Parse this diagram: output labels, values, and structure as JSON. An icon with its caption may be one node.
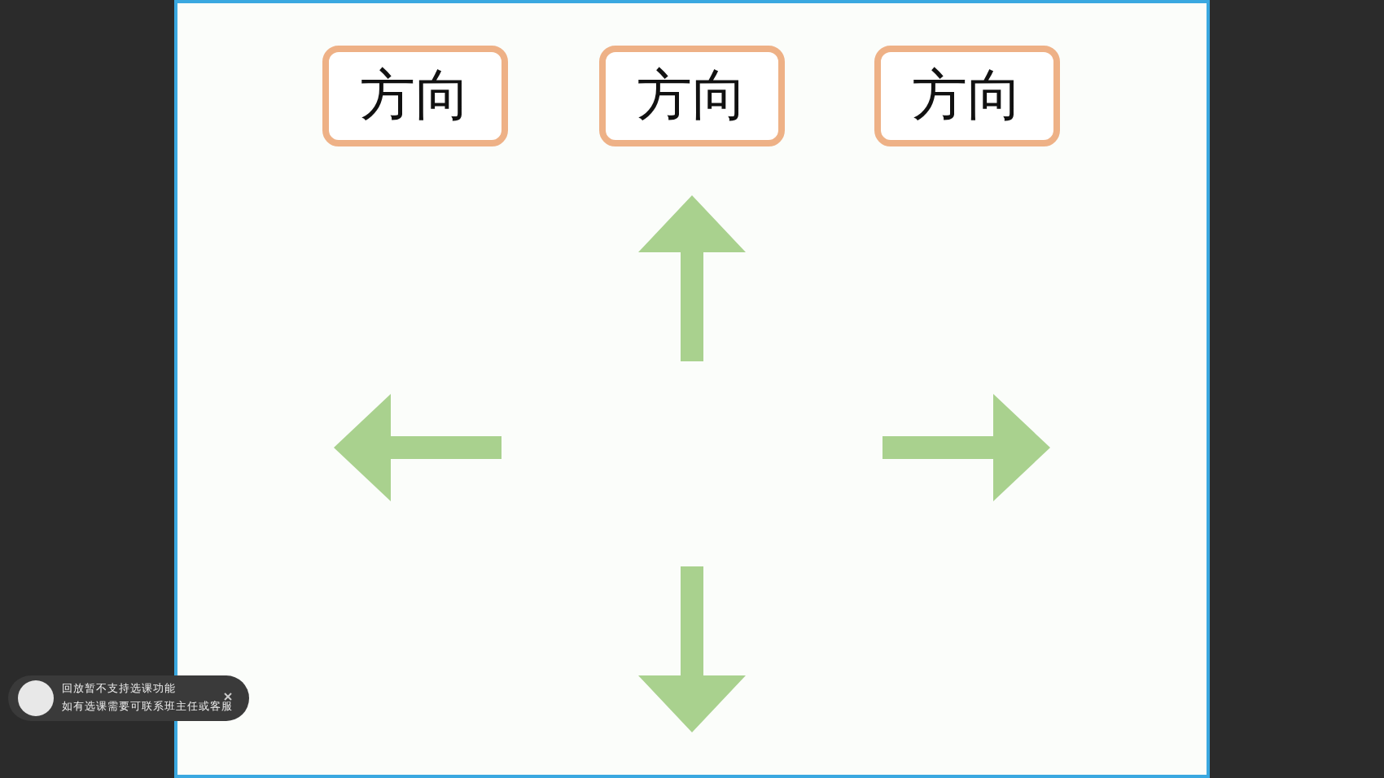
{
  "diagram": {
    "nodes": [
      {
        "text": [
          "方向"
        ]
      },
      {
        "text": [
          "方向"
        ]
      },
      {
        "text": [
          "方向"
        ]
      }
    ],
    "labels": [
      "回放暂不支持选课功能",
      "如有选课需要可联系班主任或客服"
    ]
  }
}
